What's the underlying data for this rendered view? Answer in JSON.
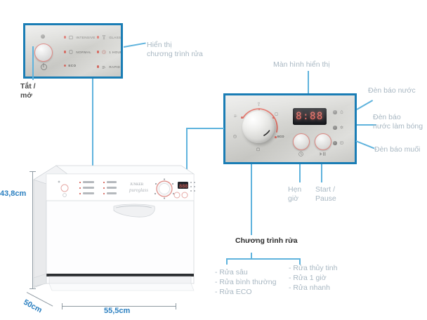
{
  "product": {
    "type": "countertop-dishwasher",
    "dimensions": {
      "height": "43,8cm",
      "depth": "50cm",
      "width": "55,5cm"
    }
  },
  "left_panel": {
    "caption_display": "Hiển thị\nchương trình rửa",
    "caption_display_line1": "Hiển thị",
    "caption_display_line2": "chương trình rửa",
    "caption_power_line1": "Tắt /",
    "caption_power_line2": "mở",
    "programs": [
      {
        "label": "INTENSIVE",
        "icon": "pot-icon"
      },
      {
        "label": "GLASS",
        "icon": "glass-icon"
      },
      {
        "label": "NORMAL",
        "icon": "plate-icon"
      },
      {
        "label": "1 HOUR",
        "icon": "clock-icon"
      },
      {
        "label": "ECO",
        "icon": "eco-icon"
      },
      {
        "label": "RAPID",
        "icon": "rapid-icon"
      }
    ]
  },
  "right_panel": {
    "caption_screen": "Màn hình hiển thị",
    "lcd_value": "8:88",
    "knob_eco_label": "ECO",
    "caption_timer_line1": "Hẹn",
    "caption_timer_line2": "giờ",
    "caption_start_line1": "Start /",
    "caption_start_line2": "Pause",
    "indicators": [
      {
        "label": "Đèn báo nước",
        "icon": "water-icon"
      },
      {
        "label_line1": "Đèn báo",
        "label_line2": "nước làm bóng",
        "icon": "rinse-aid-icon"
      },
      {
        "label": "Đèn báo muối",
        "icon": "salt-icon"
      }
    ],
    "indicator_1_label": "Đèn báo nước",
    "indicator_2_label_line1": "Đèn báo",
    "indicator_2_label_line2": "nước làm bóng",
    "indicator_3_label": "Đèn báo muối"
  },
  "programs_callout": {
    "title": "Chương trình rửa",
    "left_column": [
      "- Rửa sâu",
      "- Rửa bình thường",
      "- Rửa ECO"
    ],
    "right_column": [
      "- Rửa thủy tinh",
      "- Rửa 1 giờ",
      "- Rửa nhanh"
    ],
    "item_l1": "- Rửa sâu",
    "item_l2": "- Rửa bình thường",
    "item_l3": "- Rửa ECO",
    "item_r1": "- Rửa thủy tinh",
    "item_r2": "- Rửa 1 giờ",
    "item_r3": "- Rửa nhanh"
  },
  "colors": {
    "connector_blue": "#5fb3dd",
    "panel_border": "#1a7db5",
    "dimension_text": "#2a7fc0",
    "label_gray": "#a8b7c2",
    "led_red": "#d96b62",
    "lcd_red": "#e8665c"
  }
}
